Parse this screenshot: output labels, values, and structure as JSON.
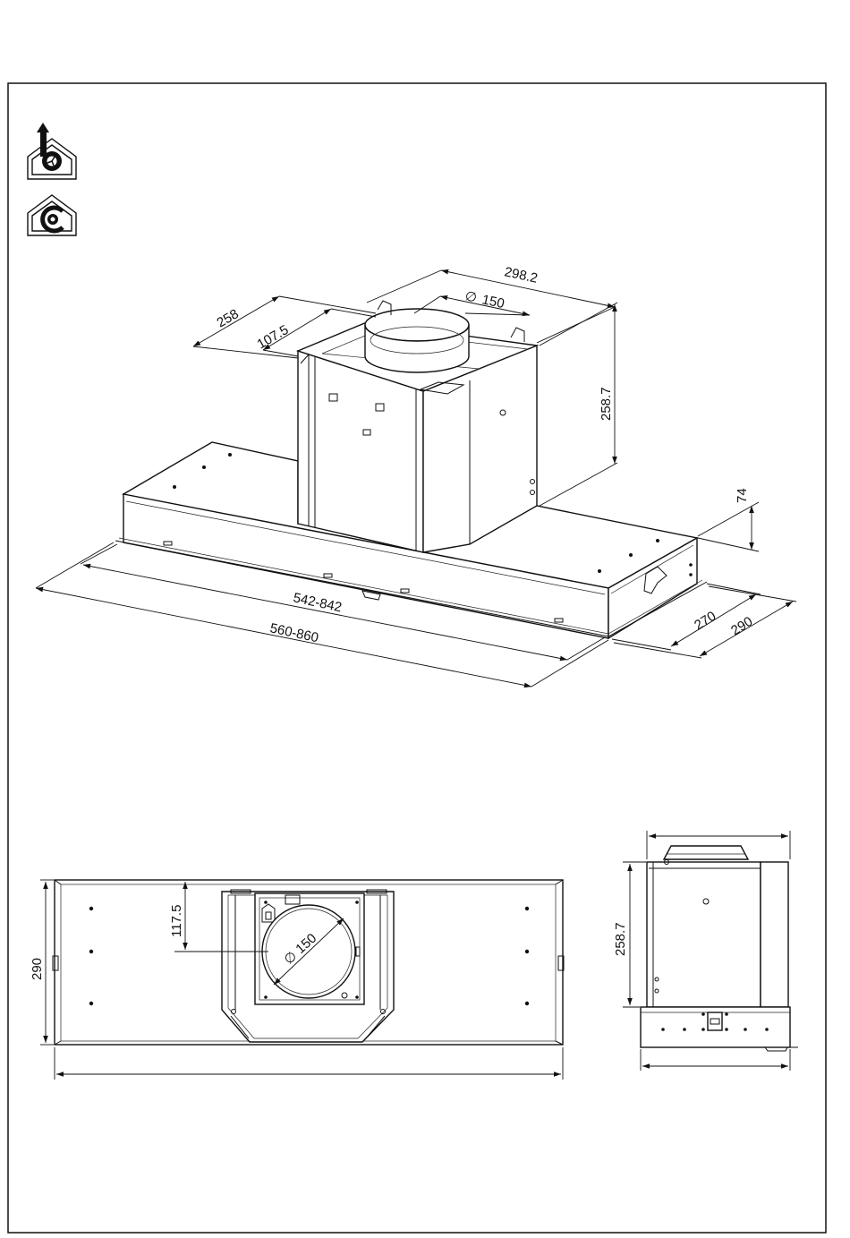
{
  "icons": [
    {
      "name": "ducted-extraction-mode-icon",
      "letter": "b"
    },
    {
      "name": "recirculation-mode-icon",
      "letter": "c"
    }
  ],
  "dimensions": {
    "iso_duct_width": "298.2",
    "iso_duct_diameter": "150",
    "iso_depth": "258",
    "iso_duct_offset": "107.5",
    "iso_chimney_height": "258.7",
    "iso_body_height": "74",
    "iso_inner_length": "542-842",
    "iso_outer_length": "560-860",
    "iso_inner_depth": "270",
    "iso_outer_depth": "290",
    "top_view_depth": "290",
    "top_view_duct_offset": "117.5",
    "top_view_duct_diameter": "150",
    "side_view_height": "258.7"
  },
  "diameter_symbol": "∅"
}
